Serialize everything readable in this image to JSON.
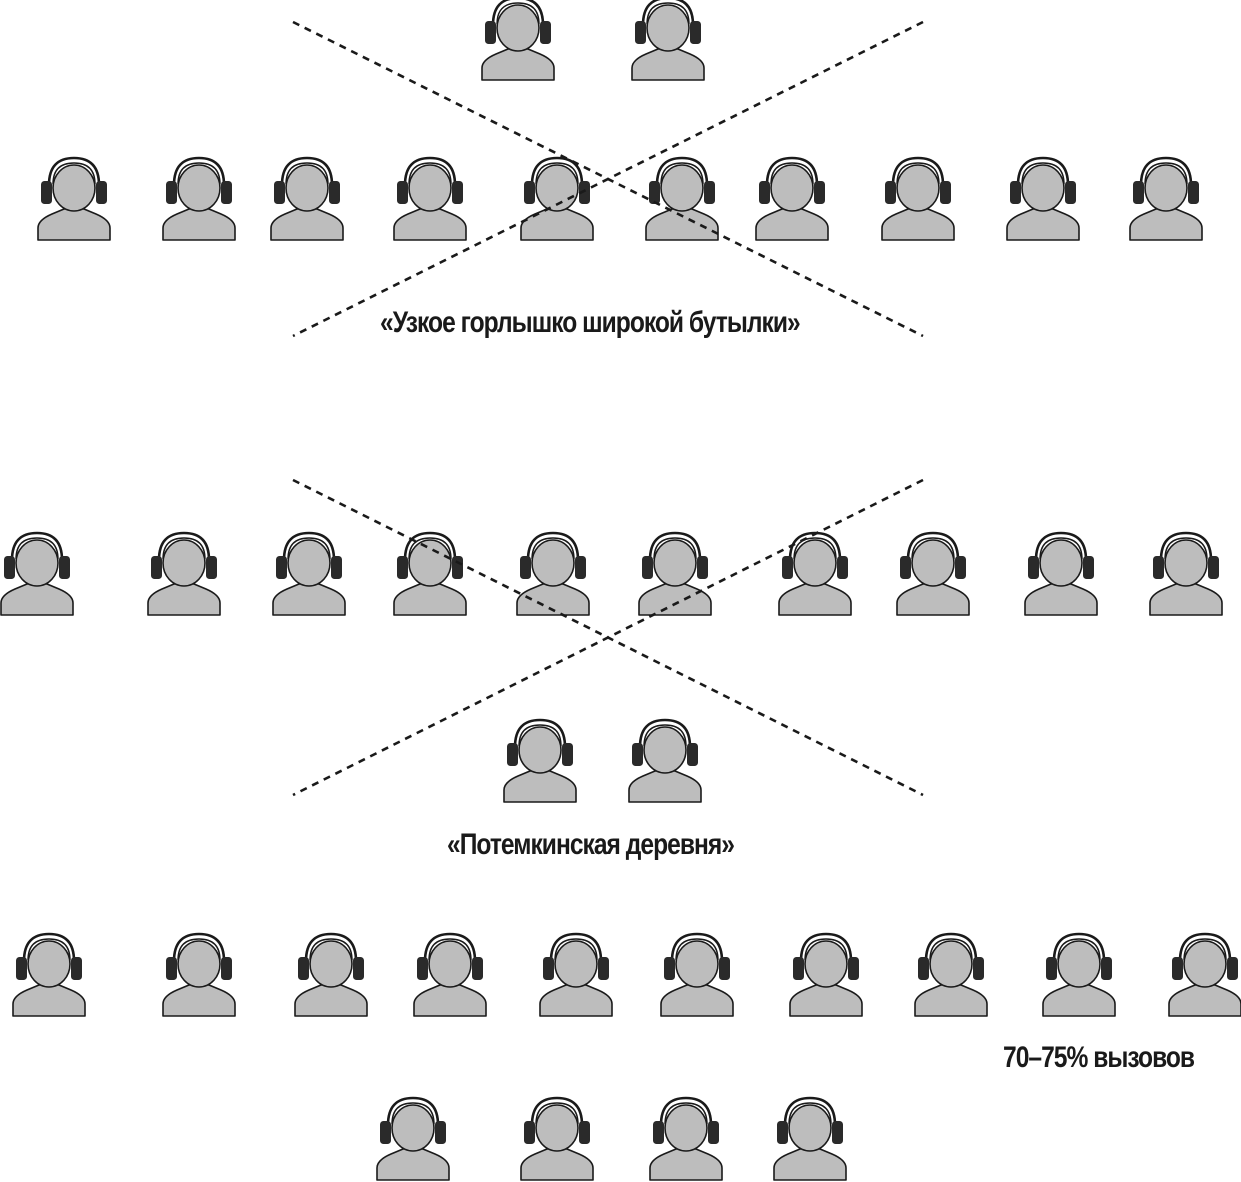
{
  "captions": {
    "bottleneck": "«Узкое горлышко широкой бутылки»",
    "potemkin": "«Потемкинская деревня»",
    "share": "70–75% вызовов"
  },
  "icons": {
    "agent": "operator-with-headset-icon"
  },
  "colors": {
    "silhouette_fill": "#bdbdbd",
    "outline": "#1a1a1a",
    "ear_cups": "#2a2a2a",
    "cross_lines": "#1a1a1a"
  },
  "groups": {
    "bottleneck_top_row_count": 2,
    "bottleneck_wide_row_count": 10,
    "potemkin_wide_row_count": 10,
    "potemkin_bottom_row_count": 2,
    "main_row_count": 10,
    "remaining_row_count": 4
  }
}
